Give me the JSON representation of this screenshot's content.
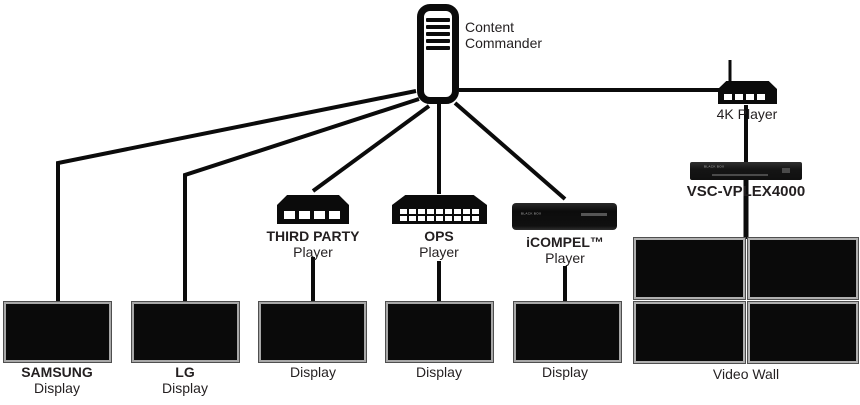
{
  "colors": {
    "background": "#ffffff",
    "line": "#000000",
    "device": "#0b0b0b",
    "text": "#231f20",
    "screen": "#0a0a0a",
    "screen_frame": "#a8a8a8"
  },
  "server": {
    "label_line1": "Content",
    "label_line2": "Commander"
  },
  "top_right": {
    "player_label": "4K Player",
    "processor_label": "VSC-VPLEX4000",
    "device_brand": "BLACK BOX"
  },
  "players": [
    {
      "name": "THIRD PARTY",
      "type": "Player"
    },
    {
      "name": "OPS",
      "type": "Player"
    },
    {
      "name": "iCOMPEL™",
      "type": "Player",
      "device_brand": "BLACK BOX"
    }
  ],
  "displays": [
    {
      "brand": "SAMSUNG",
      "label": "Display"
    },
    {
      "brand": "LG",
      "label": "Display"
    },
    {
      "label": "Display"
    },
    {
      "label": "Display"
    },
    {
      "label": "Display"
    }
  ],
  "video_wall": {
    "label": "Video Wall",
    "rows": 2,
    "cols": 2
  },
  "connections": [
    {
      "from": "content-commander",
      "to": "samsung-display"
    },
    {
      "from": "content-commander",
      "to": "lg-display"
    },
    {
      "from": "content-commander",
      "to": "third-party-player"
    },
    {
      "from": "content-commander",
      "to": "ops-player"
    },
    {
      "from": "content-commander",
      "to": "icompel-player"
    },
    {
      "from": "content-commander",
      "to": "4k-player"
    },
    {
      "from": "third-party-player",
      "to": "display-3"
    },
    {
      "from": "ops-player",
      "to": "display-4"
    },
    {
      "from": "icompel-player",
      "to": "display-5"
    },
    {
      "from": "4k-player",
      "to": "vsc-vplex4000"
    },
    {
      "from": "vsc-vplex4000",
      "to": "video-wall"
    }
  ]
}
